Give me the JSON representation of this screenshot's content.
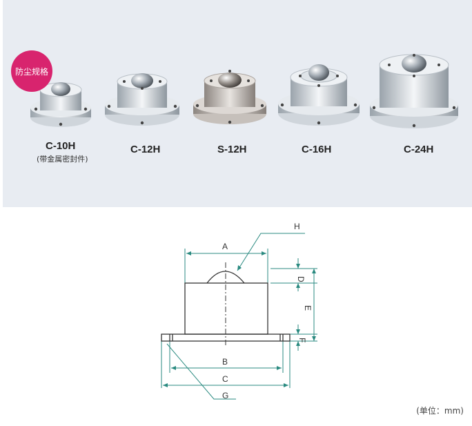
{
  "badge": "防尘规格",
  "products": [
    {
      "model": "C-10H",
      "note": "(带金属密封件)"
    },
    {
      "model": "C-12H"
    },
    {
      "model": "S-12H"
    },
    {
      "model": "C-16H"
    },
    {
      "model": "C-24H"
    }
  ],
  "dimensions": {
    "A": "A",
    "B": "B",
    "C": "C",
    "D": "D",
    "E": "E",
    "F": "F",
    "G": "G",
    "H": "H"
  },
  "unit_note": "(单位：mm)"
}
